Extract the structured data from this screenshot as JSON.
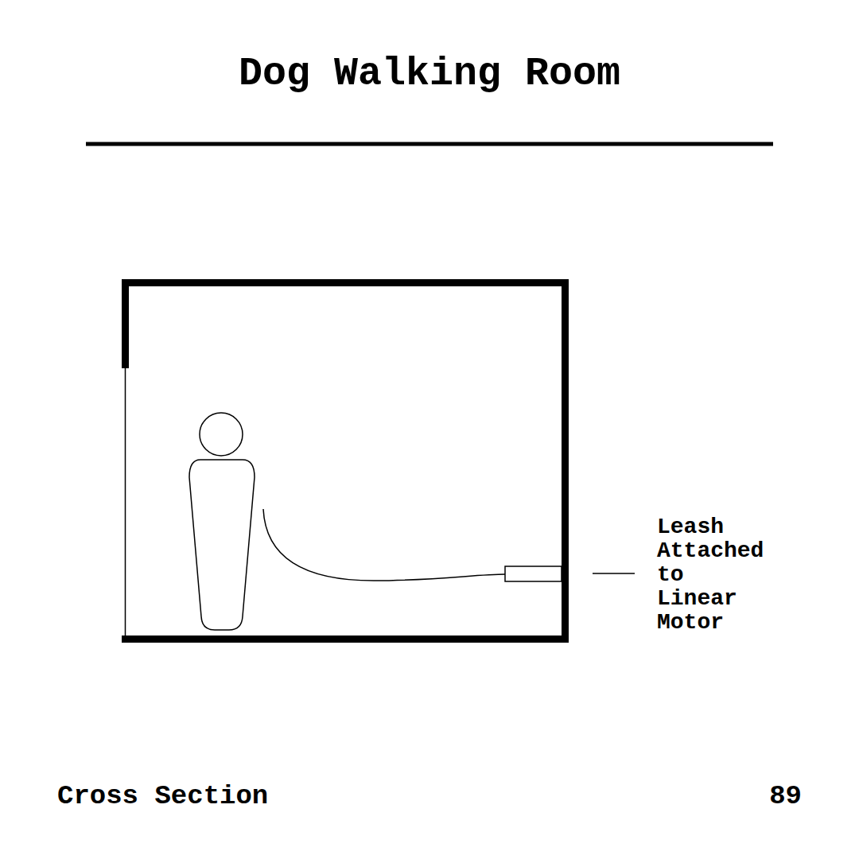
{
  "diagram": {
    "title": "Dog Walking Room",
    "caption": "Cross Section",
    "labels": [
      "Leash Attached to Linear Motor",
      "89"
    ]
  }
}
